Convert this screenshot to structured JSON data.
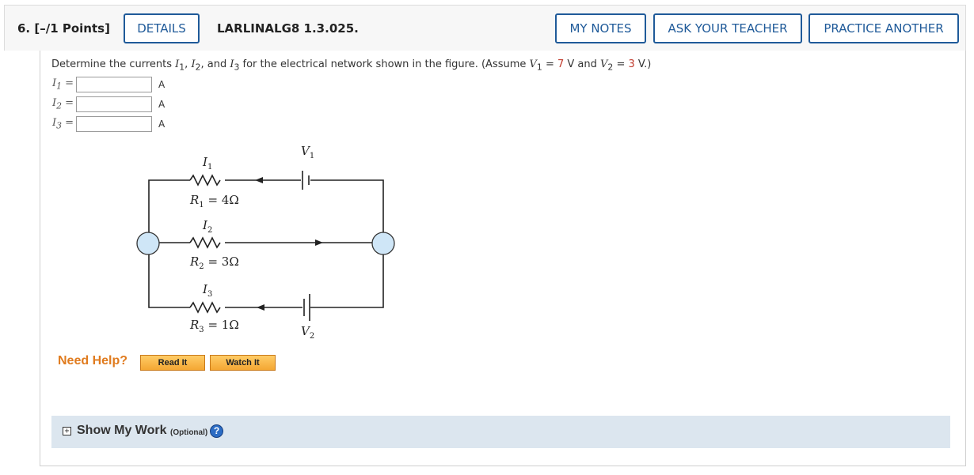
{
  "header": {
    "question_number": "6.  [–/1 Points]",
    "details_label": "DETAILS",
    "question_id": "LARLINALG8 1.3.025.",
    "my_notes_label": "MY NOTES",
    "ask_teacher_label": "ASK YOUR TEACHER",
    "practice_label": "PRACTICE ANOTHER",
    "accent_color": "#1f5a99"
  },
  "question": {
    "prompt_before": "Determine the currents ",
    "i1": "I",
    "i1_sub": "1",
    "i2": "I",
    "i2_sub": "2",
    "comma1": ", ",
    "and_text": ", and ",
    "i3": "I",
    "i3_sub": "3",
    "prompt_middle": " for the electrical network shown in the figure. (Assume ",
    "v1": "V",
    "v1_sub": "1",
    "eq1": " = ",
    "v1_value": "7",
    "v1_unit": " V",
    "and2": "  and  ",
    "v2": "V",
    "v2_sub": "2",
    "eq2": " = ",
    "v2_value": "3",
    "prompt_end": " V.)"
  },
  "answers": [
    {
      "label_var": "I",
      "label_sub": "1",
      "label_eq": " =",
      "value": "",
      "unit": "A"
    },
    {
      "label_var": "I",
      "label_sub": "2",
      "label_eq": " =",
      "value": "",
      "unit": "A"
    },
    {
      "label_var": "I",
      "label_sub": "3",
      "label_eq": " =",
      "value": "",
      "unit": "A"
    }
  ],
  "circuit": {
    "i1_label": "I",
    "i1_sub": "1",
    "r1_label": "R",
    "r1_sub": "1",
    "r1_value": " = 4Ω",
    "i2_label": "I",
    "i2_sub": "2",
    "r2_label": "R",
    "r2_sub": "2",
    "r2_value": " = 3Ω",
    "i3_label": "I",
    "i3_sub": "3",
    "r3_label": "R",
    "r3_sub": "3",
    "r3_value": " = 1Ω",
    "v1_label": "V",
    "v1_sub": "1",
    "v2_label": "V",
    "v2_sub": "2",
    "node_color": "#cfe6f7"
  },
  "help": {
    "need_help": "Need Help?",
    "read_it": "Read It",
    "watch_it": "Watch It"
  },
  "work": {
    "toggle": "+",
    "title": "Show My Work",
    "optional": "(Optional)",
    "help_icon": "?"
  }
}
